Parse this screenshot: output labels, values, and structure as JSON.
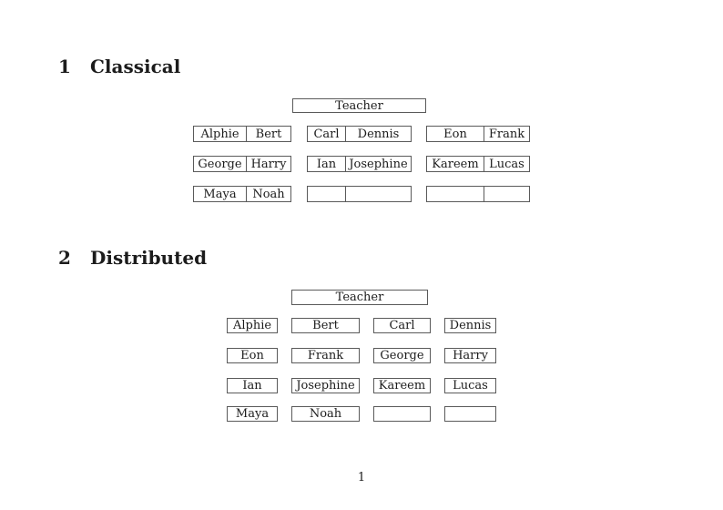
{
  "document": {
    "page_number": "1"
  },
  "colors": {
    "background": "#ffffff",
    "text": "#1c1c1c",
    "box_border": "#5a5a5a"
  },
  "sections": {
    "classical": {
      "number": "1",
      "title": "Classical"
    },
    "distributed": {
      "number": "2",
      "title": "Distributed"
    }
  },
  "classical": {
    "teacher_label": "Teacher",
    "desks": [
      {
        "rows": [
          [
            "Alphie",
            "Bert"
          ],
          [
            "George",
            "Harry"
          ],
          [
            "Maya",
            "Noah"
          ]
        ]
      },
      {
        "rows": [
          [
            "Carl",
            "Dennis"
          ],
          [
            "Ian",
            "Josephine"
          ],
          [
            "",
            ""
          ]
        ]
      },
      {
        "rows": [
          [
            "Eon",
            "Frank"
          ],
          [
            "Kareem",
            "Lucas"
          ],
          [
            "",
            ""
          ]
        ]
      }
    ]
  },
  "distributed": {
    "teacher_label": "Teacher",
    "grid": [
      [
        "Alphie",
        "Bert",
        "Carl",
        "Dennis"
      ],
      [
        "Eon",
        "Frank",
        "George",
        "Harry"
      ],
      [
        "Ian",
        "Josephine",
        "Kareem",
        "Lucas"
      ],
      [
        "Maya",
        "Noah",
        "",
        ""
      ]
    ]
  }
}
